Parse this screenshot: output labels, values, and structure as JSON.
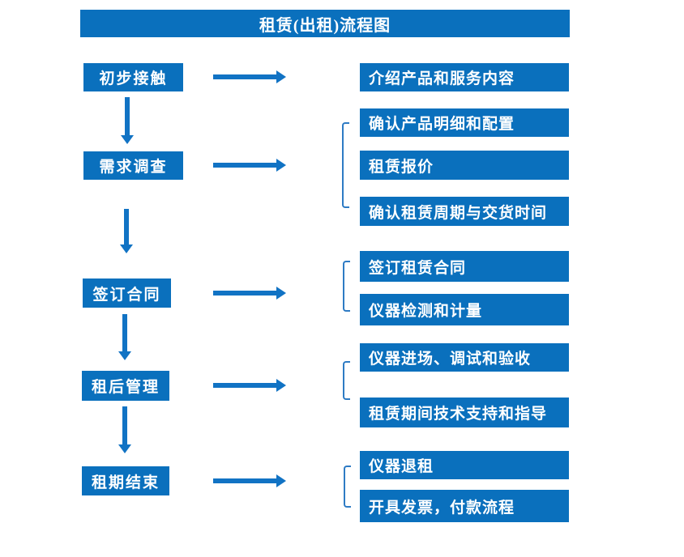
{
  "title": "租赁(出租)流程图",
  "flow": {
    "steps": [
      {
        "label": "初步接触",
        "details": [
          "介绍产品和服务内容"
        ]
      },
      {
        "label": "需求调查",
        "details": [
          "确认产品明细和配置",
          "租赁报价",
          "确认租赁周期与交货时间"
        ]
      },
      {
        "label": "签订合同",
        "details": [
          "签订租赁合同",
          "仪器检测和计量"
        ]
      },
      {
        "label": "租后管理",
        "details": [
          "仪器进场、调试和验收",
          "租赁期间技术支持和指导"
        ]
      },
      {
        "label": "租期结束",
        "details": [
          "仪器退租",
          "开具发票，付款流程"
        ]
      }
    ]
  },
  "colors": {
    "box_blue": "#0a70bd",
    "arrow_blue": "#1173c4",
    "bracket_blue": "#2e7bc4",
    "text_white": "#ffffff"
  }
}
